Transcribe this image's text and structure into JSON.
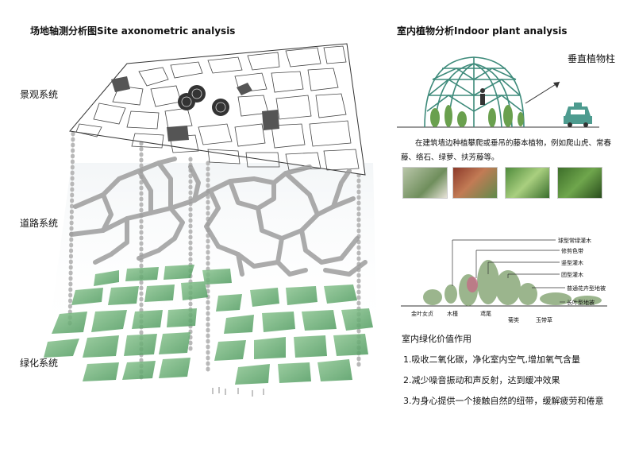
{
  "left": {
    "title": "场地轴测分析图Site axonometric analysis",
    "layers": [
      "景观系统",
      "道路系统",
      "绿化系统"
    ]
  },
  "right": {
    "title": "室内植物分析Indoor plant analysis",
    "dome_label": "垂直植物柱",
    "paragraph": "在建筑墙边种植攀爬或垂吊的藤本植物，例如爬山虎、常春藤、络石、绿萝、扶芳藤等。",
    "legend_right": [
      "球型常绿灌木",
      "修剪色带",
      "竖型灌木",
      "团型灌木",
      "普通花卉型地被",
      "长叶型地被"
    ],
    "legend_bottom": [
      "金叶女贞",
      "木槿",
      "鸢尾",
      "菊类",
      "玉带草"
    ],
    "value_title": "室内绿化价值作用",
    "values": [
      "1.吸收二氧化碳，净化室内空气,增加氧气含量",
      "2.减少噪音振动和声反射，达到缓冲效果",
      "3.为身心提供一个接触自然的纽带，缓解疲劳和倦意"
    ]
  },
  "colors": {
    "green": "#5fa36a",
    "dome": "#3d8a7a",
    "car": "#4d9b8f",
    "gray": "#a9a9a9"
  }
}
